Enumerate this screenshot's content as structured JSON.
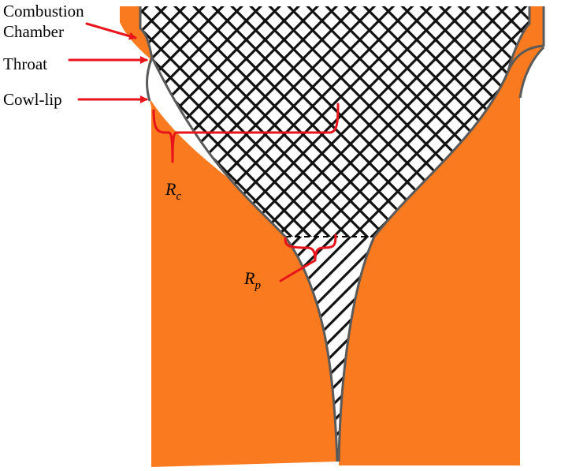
{
  "labels": {
    "combustion_chamber_line1": "Combustion",
    "combustion_chamber_line2": "Chamber",
    "throat": "Throat",
    "cowl_lip": "Cowl-lip",
    "rc_symbol": "R",
    "rc_subscript": "c",
    "rp_symbol": "R",
    "rp_subscript": "p"
  },
  "colors": {
    "fill": "#f97a1f",
    "wall": "#5a5a5a",
    "arrow": "#e8141b",
    "hatch": "#111111",
    "text": "#000000"
  }
}
